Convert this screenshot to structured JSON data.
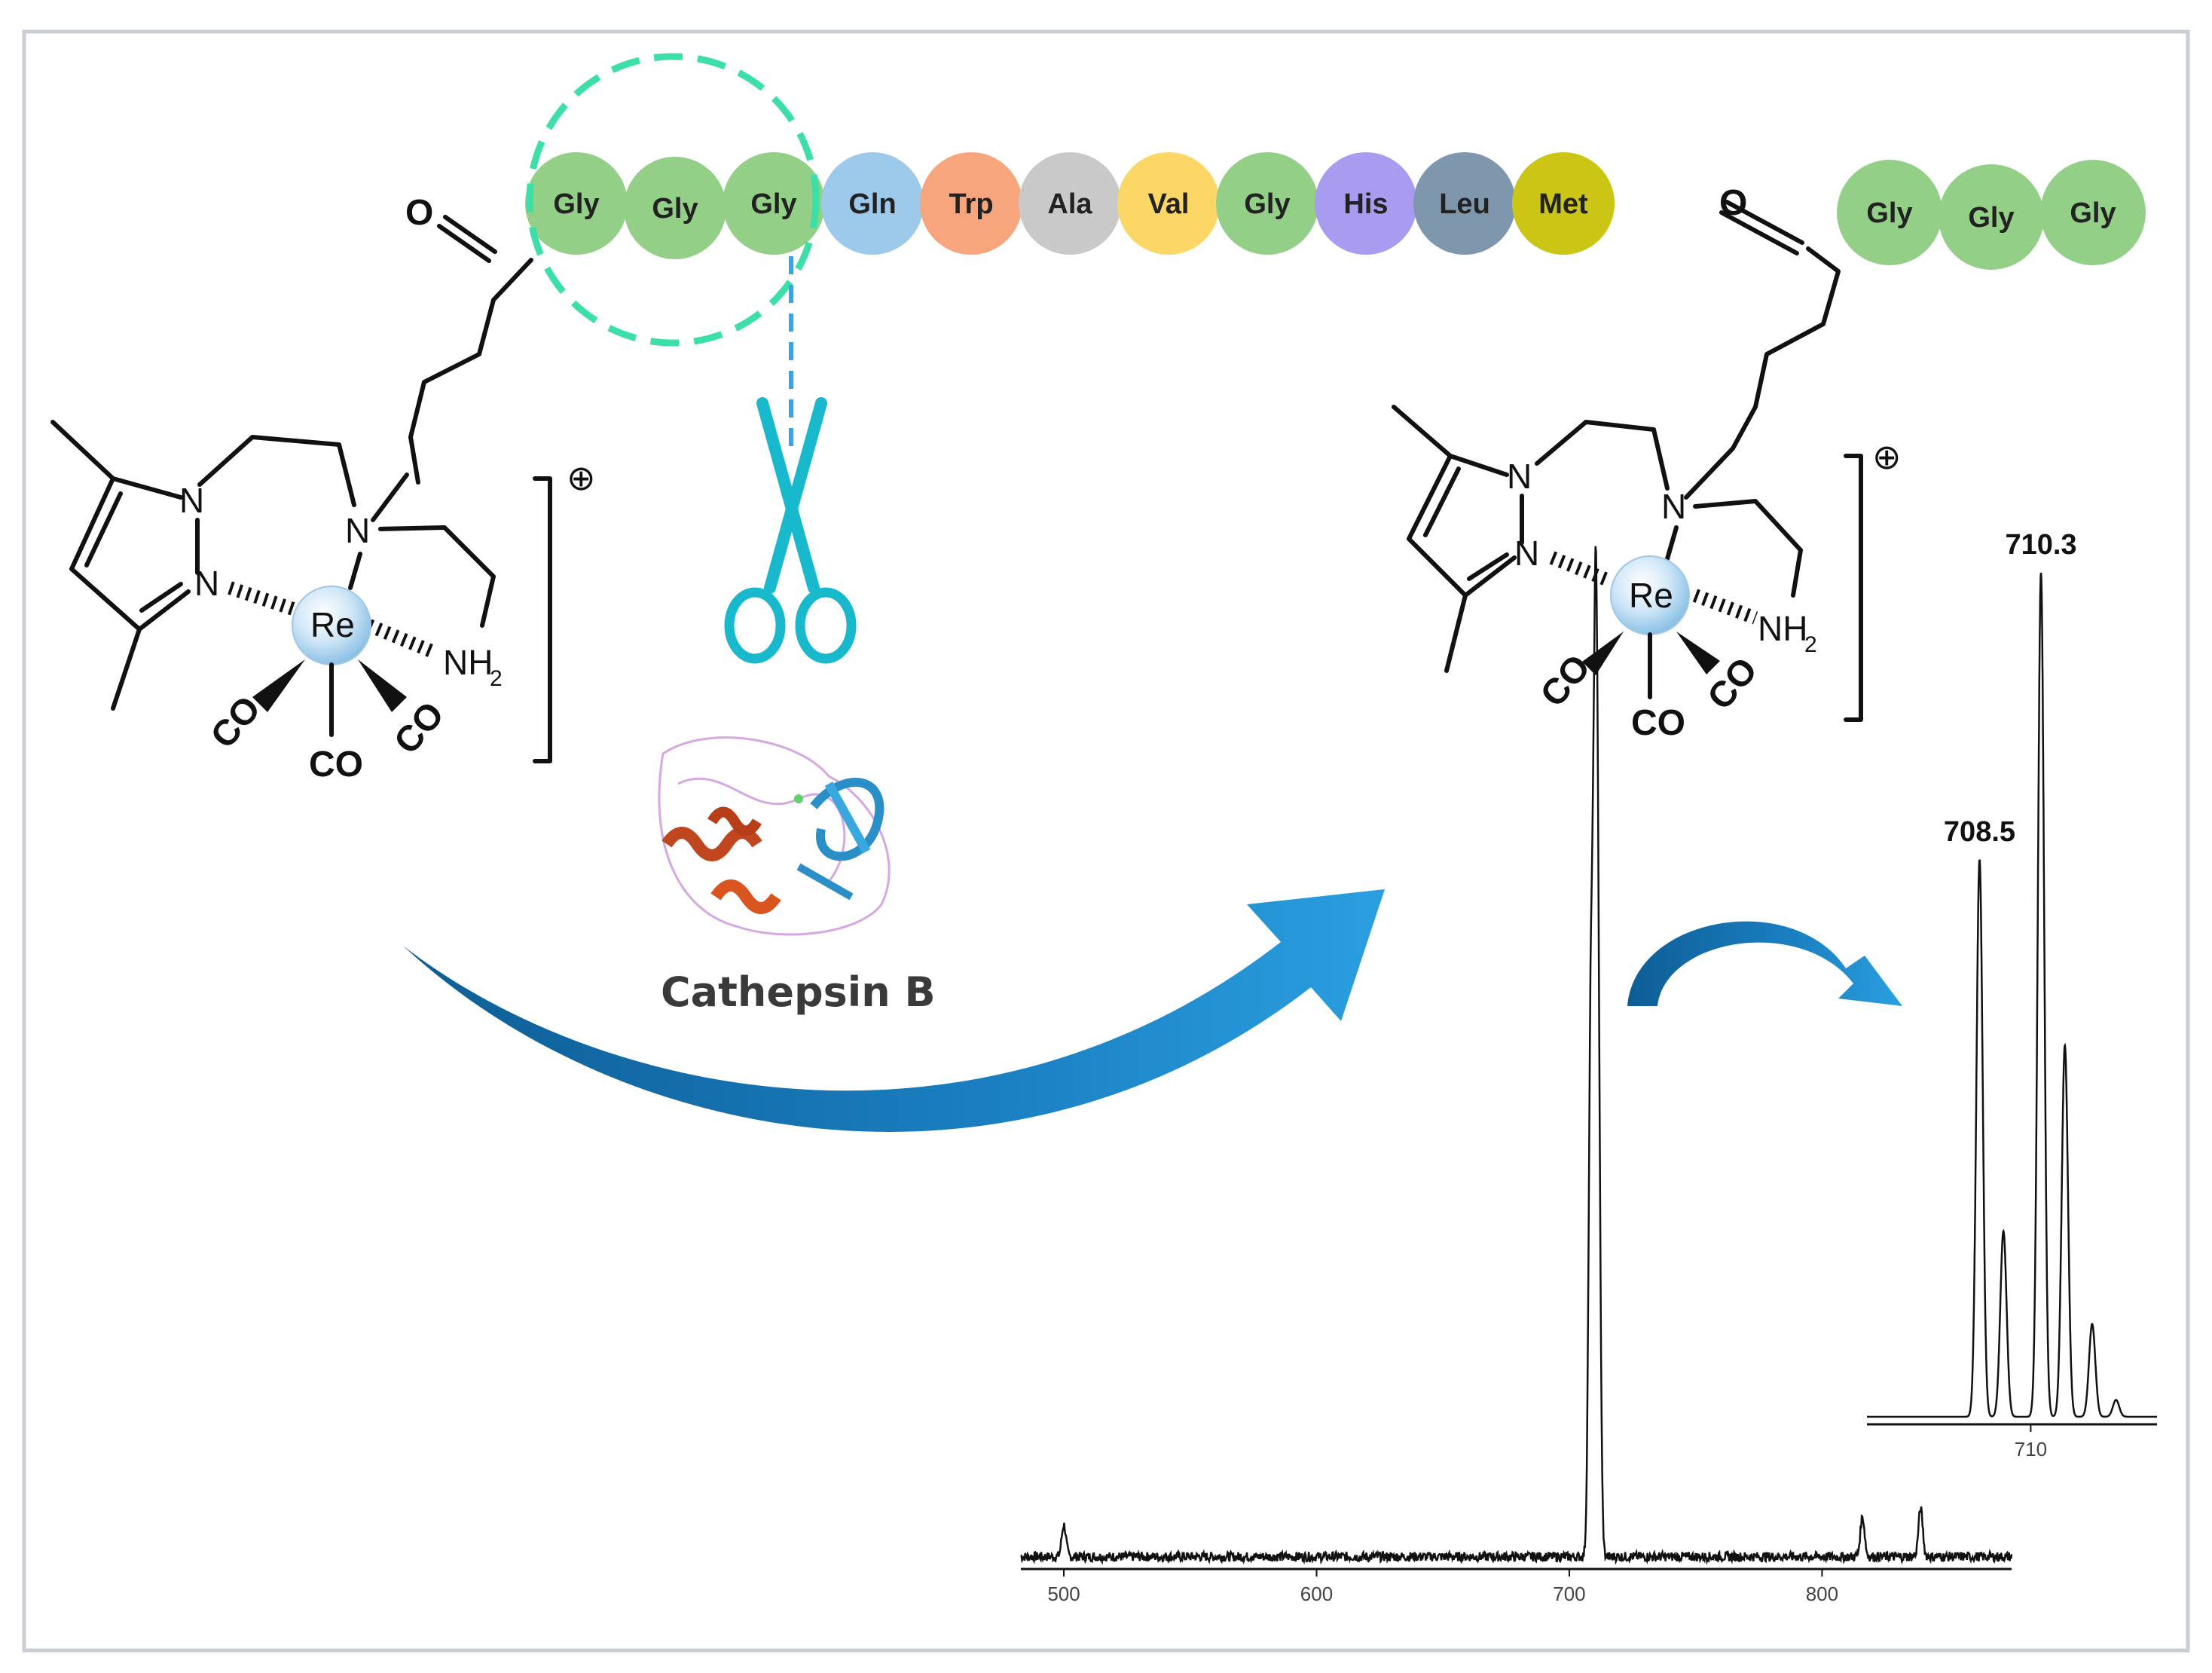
{
  "colors": {
    "Gly": "#93cf86",
    "Gln": "#9dc9ea",
    "Trp": "#f7a57c",
    "Ala": "#c9c9c9",
    "Val": "#fcd766",
    "His": "#a89bf0",
    "Leu": "#7f97ac",
    "Met": "#cbc615",
    "arrow": "#1f84c4",
    "dashed_circle": "#3ddfa8",
    "scissors": "#18b9cc"
  },
  "left_peptide": [
    "Gly",
    "Gly",
    "Gly",
    "Gln",
    "Trp",
    "Ala",
    "Val",
    "Gly",
    "His",
    "Leu",
    "Met"
  ],
  "right_peptide": [
    "Gly",
    "Gly",
    "Gly"
  ],
  "left_complex": {
    "carbonyl_O": "O",
    "N1": "N",
    "N2": "N",
    "N3": "N",
    "metal": "Re",
    "amine": "NH",
    "amine_sub": "2",
    "co1": "CO",
    "co2": "CO",
    "co3": "CO",
    "charge": "⊕"
  },
  "right_complex": {
    "carbonyl_O": "O",
    "N1": "N",
    "N2": "N",
    "N3": "N",
    "metal": "Re",
    "amine": "NH",
    "amine_sub": "2",
    "co1": "CO",
    "co2": "CO",
    "co3": "CO",
    "charge": "⊕"
  },
  "enzyme_label": "Cathepsin B",
  "chart_data": [
    {
      "type": "line",
      "title": "",
      "xlabel": "",
      "ylabel": "",
      "xlim": [
        483,
        875
      ],
      "xticks": [
        500,
        600,
        700,
        800
      ],
      "peaks": [
        {
          "x": 500,
          "y": 0.04
        },
        {
          "x": 708.5,
          "y": 0.66
        },
        {
          "x": 710.3,
          "y": 1.0
        },
        {
          "x": 711.5,
          "y": 0.5
        },
        {
          "x": 816,
          "y": 0.05
        },
        {
          "x": 839,
          "y": 0.06
        }
      ]
    },
    {
      "type": "line",
      "title": "",
      "xlabel": "",
      "ylabel": "",
      "xlim": [
        705.2,
        713.7
      ],
      "xticks": [
        710
      ],
      "peaks": [
        {
          "x": 708.5,
          "y": 0.66
        },
        {
          "x": 709.2,
          "y": 0.22
        },
        {
          "x": 710.3,
          "y": 1.0
        },
        {
          "x": 711.0,
          "y": 0.44
        },
        {
          "x": 711.8,
          "y": 0.11
        },
        {
          "x": 712.5,
          "y": 0.02
        }
      ],
      "annotations": [
        {
          "x": 708.5,
          "text": "708.5"
        },
        {
          "x": 710.3,
          "text": "710.3"
        }
      ]
    }
  ]
}
